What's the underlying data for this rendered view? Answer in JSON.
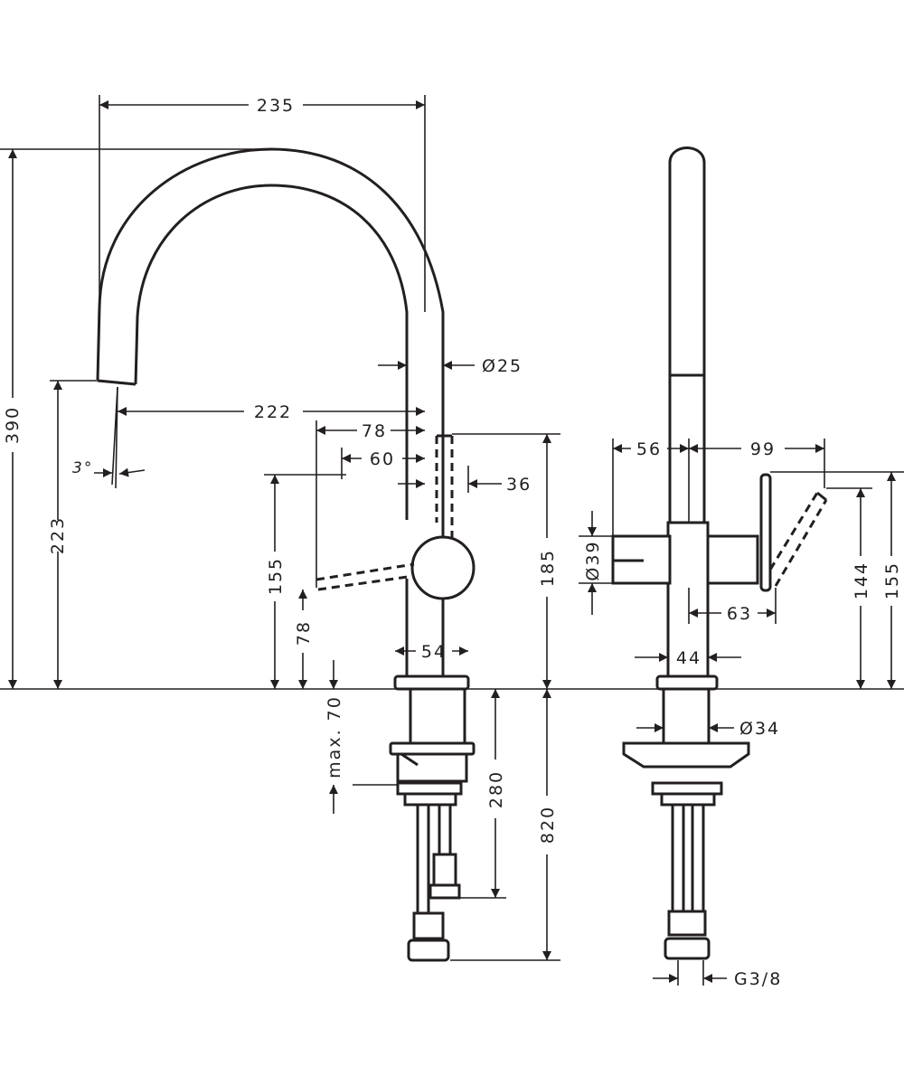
{
  "dimensions": {
    "d235": "235",
    "d390": "390",
    "d25": "Ø25",
    "d222": "222",
    "d223": "223",
    "d3deg": "3°",
    "d78top": "78",
    "d60": "60",
    "d36": "36",
    "d155left": "155",
    "d78left": "78",
    "d185": "185",
    "d54": "54",
    "dmax70": "max. 70",
    "d280": "280",
    "d820": "820",
    "d56": "56",
    "d99": "99",
    "d39": "Ø39",
    "d63": "63",
    "d44": "44",
    "d144": "144",
    "d155right": "155",
    "d34": "Ø34",
    "dg38": "G3/8"
  },
  "colors": {
    "line": "#231f20",
    "background": "#ffffff"
  }
}
